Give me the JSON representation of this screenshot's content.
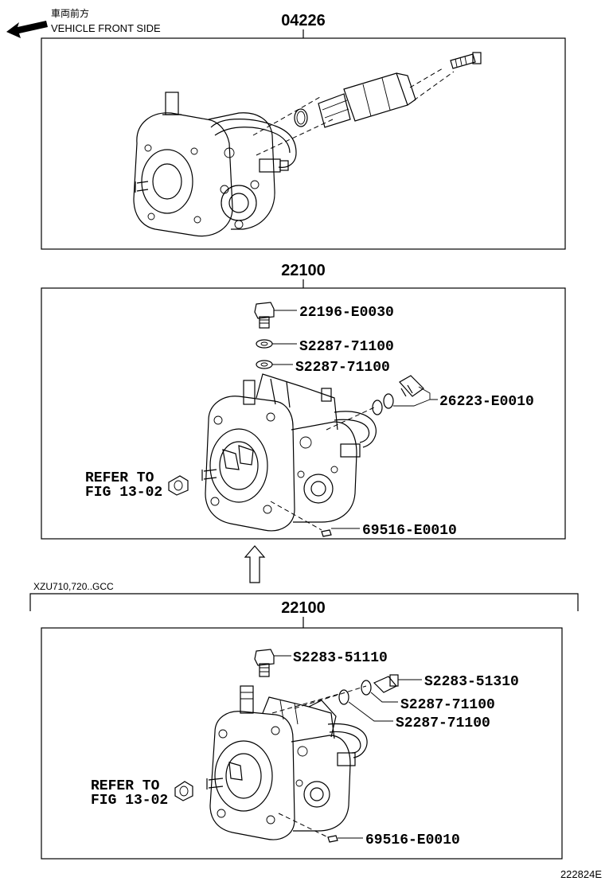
{
  "header": {
    "jp_label": "車両前方",
    "en_label": "VEHICLE FRONT SIDE"
  },
  "panels": [
    {
      "title": "04226",
      "callouts": []
    },
    {
      "title": "22100",
      "callouts": [
        {
          "text": "22196-E0030"
        },
        {
          "text": "S2287-71100"
        },
        {
          "text": "S2287-71100"
        },
        {
          "text": "26223-E0010"
        },
        {
          "text": "69516-E0010"
        }
      ],
      "refer_line1": "REFER TO",
      "refer_line2": "FIG 13-02"
    },
    {
      "variant": "XZU710,720..GCC",
      "title": "22100",
      "callouts": [
        {
          "text": "S2283-51110"
        },
        {
          "text": "S2283-51310"
        },
        {
          "text": "S2287-71100"
        },
        {
          "text": "S2287-71100"
        },
        {
          "text": "69516-E0010"
        }
      ],
      "refer_line1": "REFER TO",
      "refer_line2": "FIG 13-02"
    }
  ],
  "footer": {
    "ref_code": "222824E"
  }
}
